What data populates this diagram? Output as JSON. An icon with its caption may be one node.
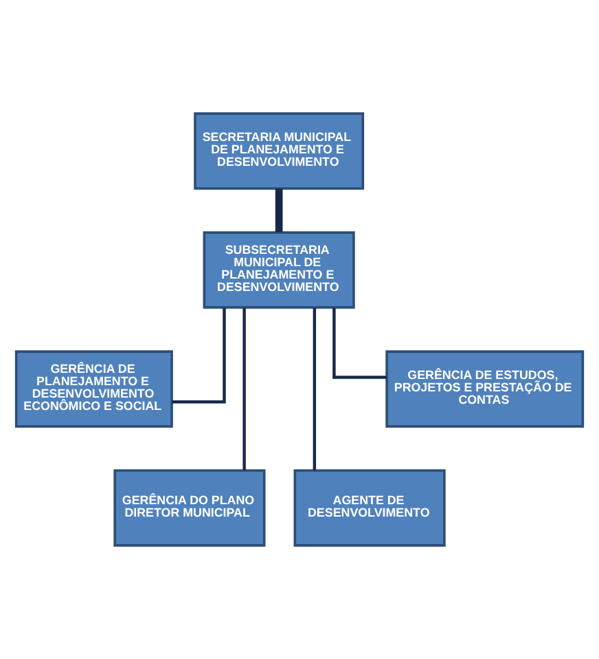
{
  "diagram": {
    "nodes": [
      {
        "text": [
          "SECRETARIA MUNICIPAL DE PLANEJAMENTO E DESENVOLVIMENTO"
        ]
      },
      {
        "text": [
          "SUBSECRETARIA MUNICIPAL DE PLANEJAMENTO E DESENVOLVIMENTO"
        ]
      },
      {
        "text": [
          "GERÊNCIA DE PLANEJAMENTO E DESENVOLVIMENTO ECONÔMICO E SOCIAL"
        ]
      },
      {
        "text": [
          "GERÊNCIA DE ESTUDOS, PROJETOS E PRESTAÇÃO DE CONTAS"
        ]
      },
      {
        "text": [
          "GERÊNCIA DO PLANO DIRETOR MUNICIPAL"
        ]
      },
      {
        "text": [
          "AGENTE DE DESENVOLVIMENTO"
        ]
      }
    ],
    "edges": [
      {
        "from": 0,
        "to": 1,
        "arrow": "none",
        "style": "thick"
      },
      {
        "from": 1,
        "to": 2,
        "arrow": "none"
      },
      {
        "from": 1,
        "to": 3,
        "arrow": "none"
      },
      {
        "from": 1,
        "to": 4,
        "arrow": "none"
      },
      {
        "from": 1,
        "to": 5,
        "arrow": "none"
      }
    ]
  }
}
